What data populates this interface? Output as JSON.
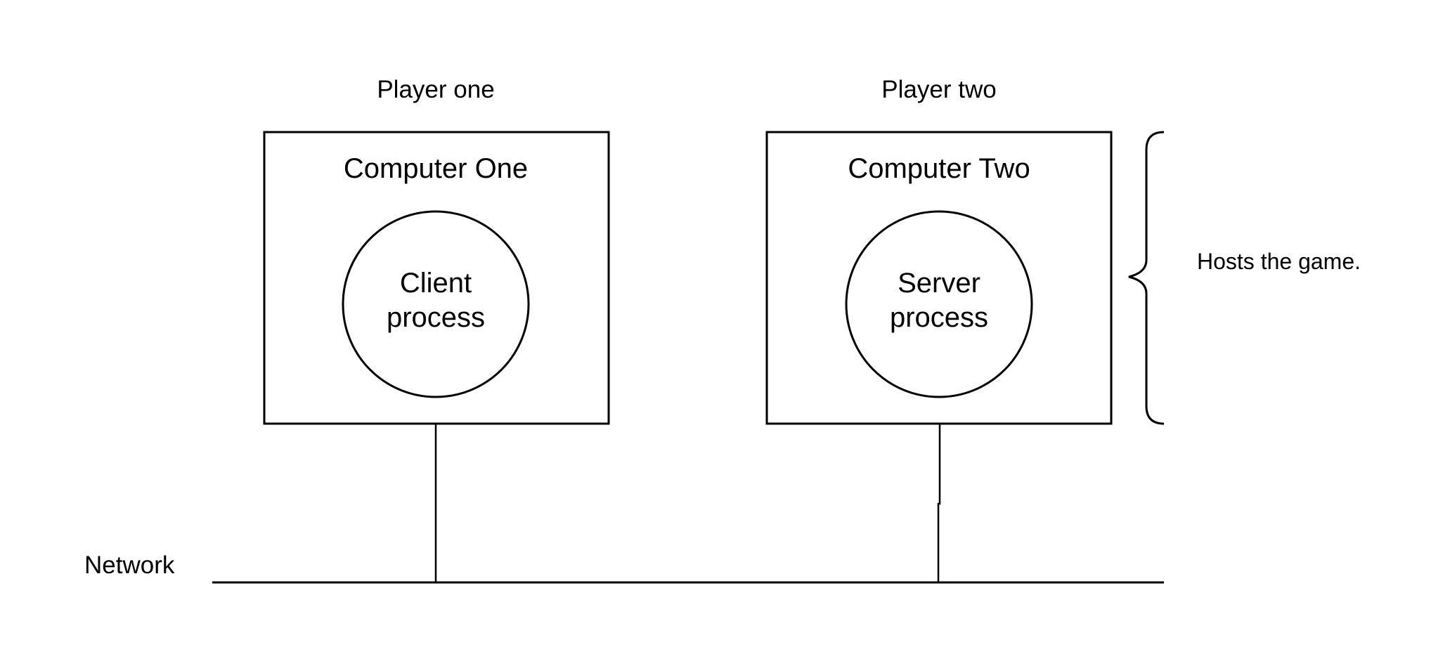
{
  "players": {
    "one": "Player one",
    "two": "Player two"
  },
  "computers": [
    {
      "title": "Computer One",
      "process_line1": "Client",
      "process_line2": "process"
    },
    {
      "title": "Computer Two",
      "process_line1": "Server",
      "process_line2": "process"
    }
  ],
  "annotation": "Hosts the game.",
  "network_label": "Network",
  "colors": {
    "line": "#000000",
    "background": "#ffffff"
  }
}
